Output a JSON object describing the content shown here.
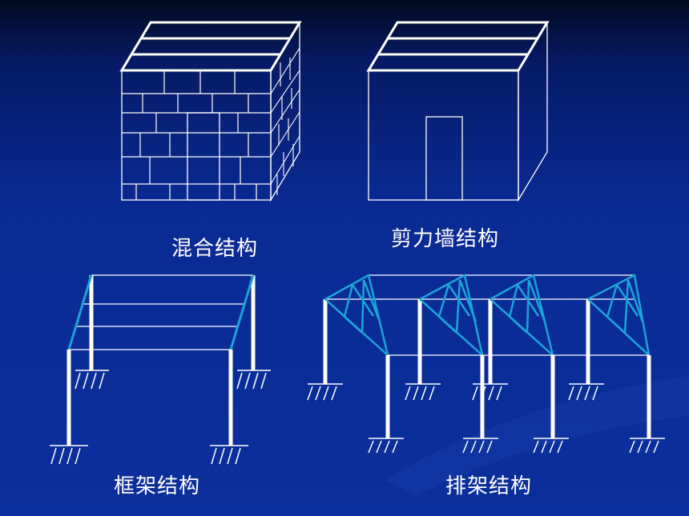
{
  "labels": {
    "masonry": "混合结构",
    "shear_wall": "剪力墙结构",
    "frame": "框架结构",
    "bent": "排架结构"
  },
  "colors": {
    "background": "#0a2a93",
    "line": "#ffffff",
    "member": "#1ba3d8"
  }
}
